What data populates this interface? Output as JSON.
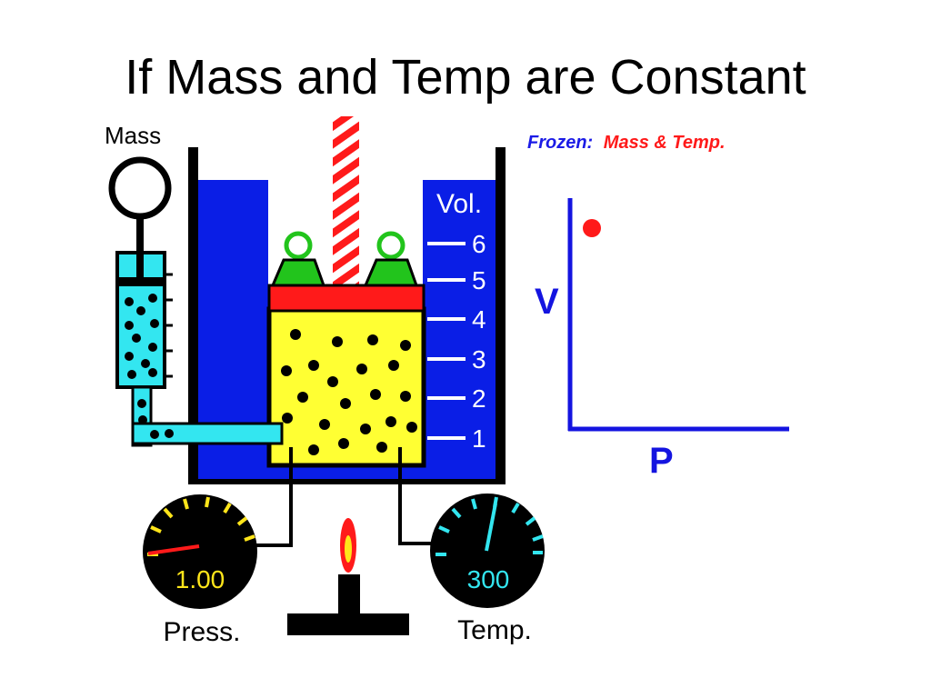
{
  "title": "If Mass and Temp are Constant",
  "labels": {
    "mass": "Mass",
    "frozen_prefix": "Frozen:",
    "frozen_vars": "Mass & Temp.",
    "volume": "Vol.",
    "pressure_label": "Press.",
    "temperature_label": "Temp."
  },
  "volume_scale": [
    "1",
    "2",
    "3",
    "4",
    "5",
    "6"
  ],
  "gauges": {
    "pressure_value": "1.00",
    "temperature_value": "300"
  },
  "graph": {
    "x_axis_label": "P",
    "y_axis_label": "V"
  },
  "colors": {
    "water_blue": "#0a1ee6",
    "gas_yellow": "#ffff33",
    "piston_red": "#ff1a1a",
    "weight_green": "#22c41c",
    "cyan": "#33e6f0",
    "gauge_yellow": "#ffe51a",
    "axis_blue": "#1414e0",
    "frozen_blue": "#1b1be6"
  }
}
